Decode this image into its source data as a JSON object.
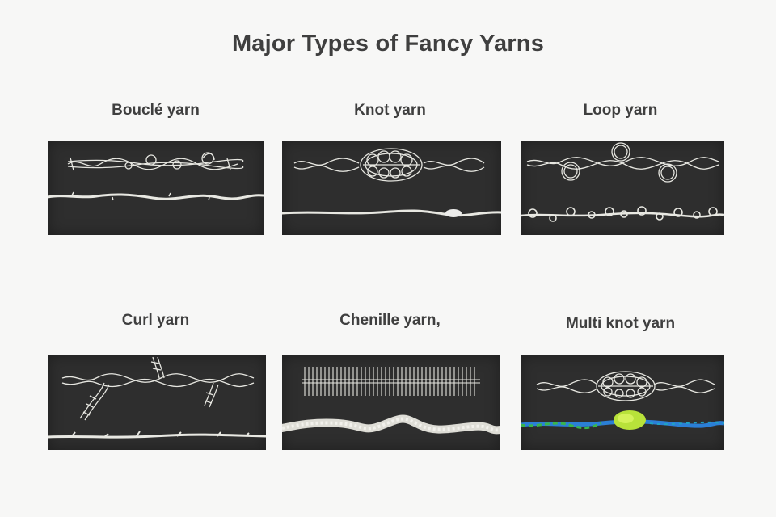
{
  "title": "Major Types of Fancy Yarns",
  "yarns": [
    {
      "label": "Bouclé yarn",
      "illustration": "boucle-yarn-sample"
    },
    {
      "label": "Knot yarn",
      "illustration": "knot-yarn-sample"
    },
    {
      "label": "Loop yarn",
      "illustration": "loop-yarn-sample"
    },
    {
      "label": "Curl yarn",
      "illustration": "curl-yarn-sample"
    },
    {
      "label": "Chenille yarn,",
      "illustration": "chenille-yarn-sample"
    },
    {
      "label": "Multi knot yarn",
      "illustration": "multi-knot-yarn-sample"
    }
  ],
  "colors": {
    "background": "#f7f7f6",
    "panel": "#2e2e2e",
    "text": "#3f3f3f",
    "yarn": "#e8e8e2",
    "multi_blue": "#2b7fd6",
    "multi_green": "#39b54a",
    "multi_lime": "#b8e23a"
  }
}
